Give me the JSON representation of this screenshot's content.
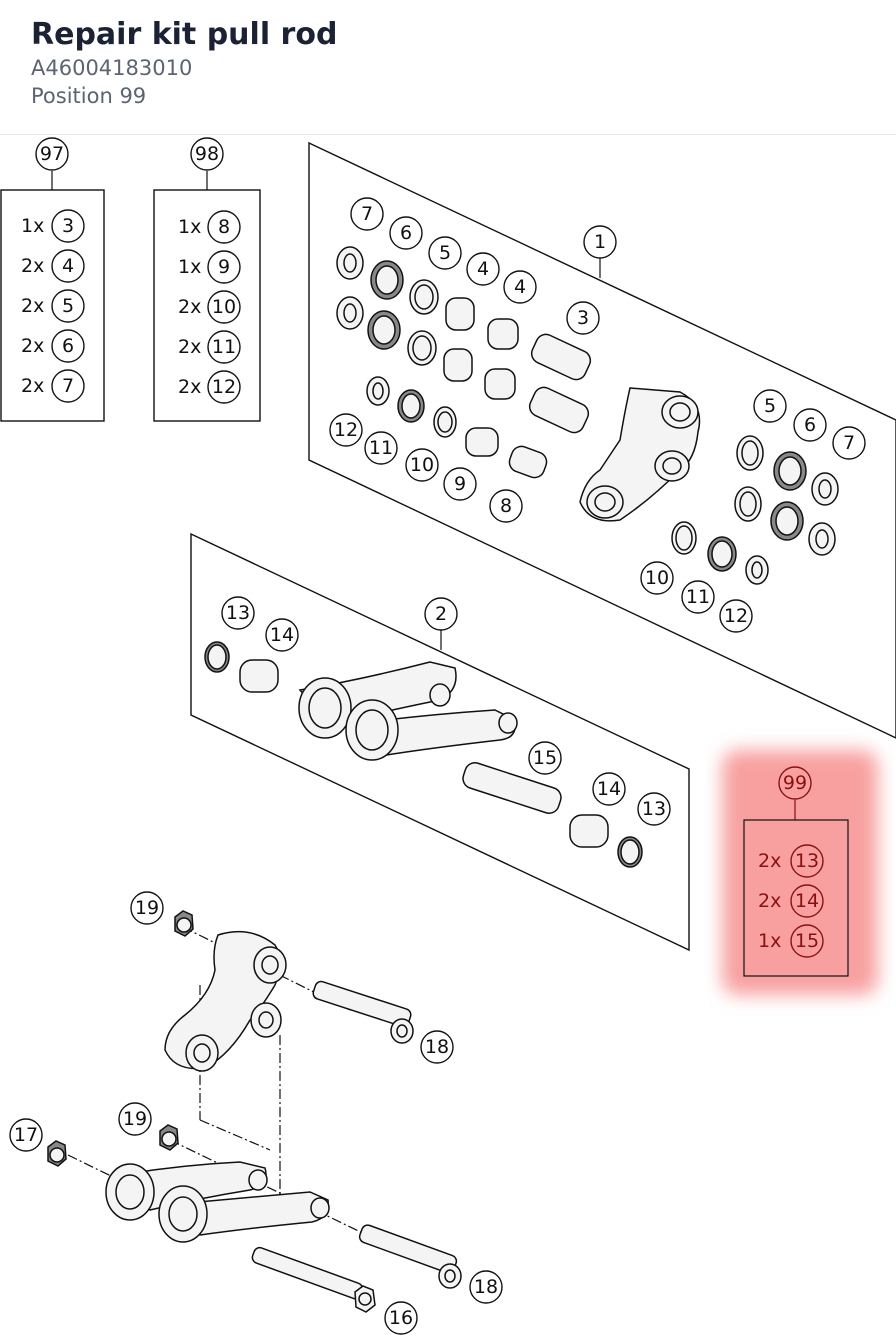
{
  "header": {
    "title": "Repair kit pull rod",
    "part_number": "A46004183010",
    "position": "Position 99"
  },
  "kits": [
    {
      "number": "97",
      "items": [
        {
          "qty": "1x",
          "ref": "3"
        },
        {
          "qty": "2x",
          "ref": "4"
        },
        {
          "qty": "2x",
          "ref": "5"
        },
        {
          "qty": "2x",
          "ref": "6"
        },
        {
          "qty": "2x",
          "ref": "7"
        }
      ]
    },
    {
      "number": "98",
      "items": [
        {
          "qty": "1x",
          "ref": "8"
        },
        {
          "qty": "1x",
          "ref": "9"
        },
        {
          "qty": "2x",
          "ref": "10"
        },
        {
          "qty": "2x",
          "ref": "11"
        },
        {
          "qty": "2x",
          "ref": "12"
        }
      ]
    },
    {
      "number": "99",
      "highlighted": true,
      "items": [
        {
          "qty": "2x",
          "ref": "13"
        },
        {
          "qty": "2x",
          "ref": "14"
        },
        {
          "qty": "1x",
          "ref": "15"
        }
      ]
    }
  ],
  "callouts": {
    "kit1": [
      "1",
      "3",
      "4",
      "4",
      "5",
      "6",
      "7",
      "12",
      "11",
      "10",
      "9",
      "8",
      "5",
      "6",
      "7",
      "10",
      "11",
      "12"
    ],
    "kit2": [
      "2",
      "13",
      "14",
      "15",
      "14",
      "13"
    ],
    "assembly": [
      "19",
      "18",
      "17",
      "19",
      "18",
      "16"
    ]
  },
  "colors": {
    "highlight": "#f8a0a0",
    "highlight_text": "#8a1010"
  }
}
